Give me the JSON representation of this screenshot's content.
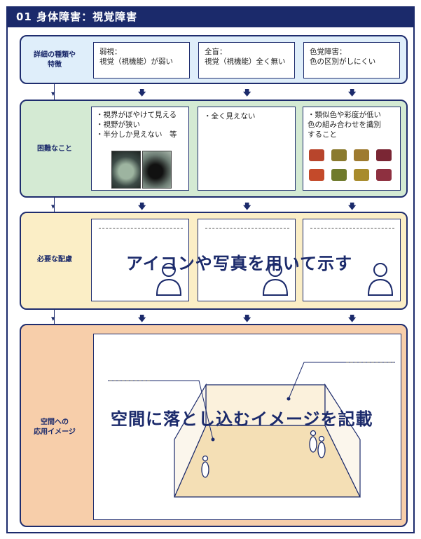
{
  "title": "01 身体障害：視覚障害",
  "rows": {
    "r1": {
      "label_line1": "詳細の種類や",
      "label_line2": "特徴",
      "cells": [
        {
          "line1": "弱視：",
          "line2": "視覚（視機能）が弱い"
        },
        {
          "line1": "全盲：",
          "line2": "視覚（視機能）全く無い"
        },
        {
          "line1": "色覚障害：",
          "line2": "色の区別がしにくい"
        }
      ]
    },
    "r2": {
      "label": "困難なこと",
      "cell1": [
        "・視界がぼやけて見える",
        "・視野が狭い",
        "・半分しか見えない　等"
      ],
      "cell2": [
        "・全く見えない"
      ],
      "cell3": [
        "・類似色や彩度が低い",
        "色の組み合わせを識別",
        "すること"
      ]
    },
    "r3": {
      "label": "必要な配慮",
      "overlay": "アイコンや写真を用いて示す"
    },
    "r4": {
      "label_line1": "空間への",
      "label_line2": "応用イメージ",
      "overlay": "空間に落とし込むイメージを記載"
    }
  },
  "colors": {
    "navy": "#1b2a6b",
    "row1_bg": "#dfeefa",
    "row2_bg": "#d4ead3",
    "row3_bg": "#fbeec6",
    "row4_bg": "#f7ceaa",
    "room_floor": "#f4dfb5"
  },
  "icons": {
    "arrow": "down-arrow-icon",
    "person": "person-outline-icon",
    "figure": "standing-figure-icon"
  }
}
